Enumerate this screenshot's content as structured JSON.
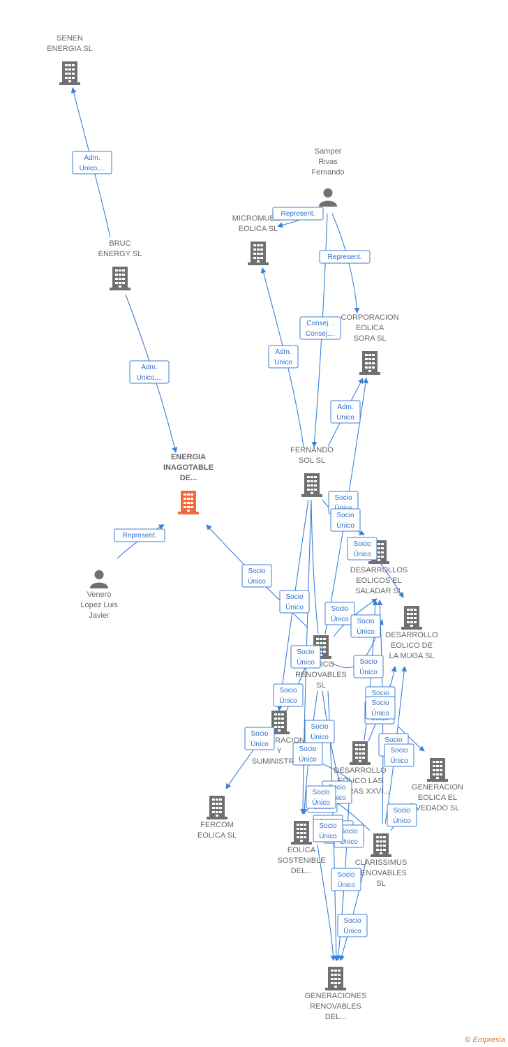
{
  "colors": {
    "company": "#707070",
    "company_main": "#f06a3c",
    "person": "#707070",
    "edge": "#3d7fd6"
  },
  "nodes": [
    {
      "id": "senen",
      "type": "company",
      "lines": [
        "SENEN",
        "ENERGIA SL"
      ]
    },
    {
      "id": "bruc",
      "type": "company",
      "lines": [
        "BRUC",
        "ENERGY  SL"
      ]
    },
    {
      "id": "energia",
      "type": "company-main",
      "lines": [
        "ENERGIA",
        "INAGOTABLE",
        "DE..."
      ]
    },
    {
      "id": "venero",
      "type": "person",
      "lines": [
        "Venero",
        "Lopez Luis",
        "Javier"
      ]
    },
    {
      "id": "samper",
      "type": "person",
      "lines": [
        "Samper",
        "Rivas",
        "Fernando"
      ]
    },
    {
      "id": "micromuela",
      "type": "company",
      "lines": [
        "MICROMUELA",
        "EOLICA SL"
      ]
    },
    {
      "id": "corporacion",
      "type": "company",
      "lines": [
        "CORPORACION",
        "EOLICA",
        "SORA  SL"
      ]
    },
    {
      "id": "fernando",
      "type": "company",
      "lines": [
        "FERNANDO",
        "SOL SL"
      ]
    },
    {
      "id": "desarrollos_saladar",
      "type": "company",
      "lines": [
        "DESARROLLOS",
        "EOLICOS EL",
        "SALADAR SL"
      ]
    },
    {
      "id": "desarrollo_muga",
      "type": "company",
      "lines": [
        "DESARROLLO",
        "EOLICO DE",
        "LA MUGA SL"
      ]
    },
    {
      "id": "parco",
      "type": "company",
      "lines": [
        "PARCO",
        "RENOVABLES",
        "SL"
      ]
    },
    {
      "id": "generacion_sum",
      "type": "company",
      "lines": [
        "GENERACION",
        "Y",
        "SUMINISTRO..."
      ]
    },
    {
      "id": "desarrollo_las",
      "type": "company",
      "lines": [
        "DESARROLLO",
        "EOLICO LAS",
        "TIERRAS XXVI..."
      ]
    },
    {
      "id": "generacion_vedado",
      "type": "company",
      "lines": [
        "GENERACION",
        "EOLICA EL",
        "VEDADO SL"
      ]
    },
    {
      "id": "fercom",
      "type": "company",
      "lines": [
        "FERCOM",
        "EOLICA SL"
      ]
    },
    {
      "id": "eolica_sostenible",
      "type": "company",
      "lines": [
        "EOLICA",
        "SOSTENIBLE",
        "DEL..."
      ]
    },
    {
      "id": "clarissimus",
      "type": "company",
      "lines": [
        "CLARISSIMUS",
        "RENOVABLES",
        "SL"
      ]
    },
    {
      "id": "generaciones_renovables",
      "type": "company",
      "lines": [
        "GENERACIONES",
        "RENOVABLES",
        "DEL..."
      ]
    }
  ],
  "edge_labels": [
    {
      "id": "e1",
      "lines": [
        "Adm.",
        "Unico,..."
      ]
    },
    {
      "id": "e2",
      "lines": [
        "Adm.",
        "Unico,..."
      ]
    },
    {
      "id": "e3",
      "lines": [
        "Represent."
      ]
    },
    {
      "id": "e4",
      "lines": [
        "Represent."
      ]
    },
    {
      "id": "e5",
      "lines": [
        "Represent."
      ]
    },
    {
      "id": "e6",
      "lines": [
        "Consej. .",
        "Consej...."
      ]
    },
    {
      "id": "e7",
      "lines": [
        "Adm.",
        "Unico"
      ]
    },
    {
      "id": "e8",
      "lines": [
        "Adm.",
        "Unico"
      ]
    },
    {
      "id": "e9",
      "lines": [
        "Socio",
        "Único"
      ]
    },
    {
      "id": "e10",
      "lines": [
        "Socio",
        "Único"
      ]
    },
    {
      "id": "e11",
      "lines": [
        "Socio",
        "Único"
      ]
    },
    {
      "id": "e12",
      "lines": [
        "Socio",
        "Único"
      ]
    },
    {
      "id": "e13",
      "lines": [
        "Socio",
        "Único"
      ]
    },
    {
      "id": "e14",
      "lines": [
        "Socio",
        "Único"
      ]
    },
    {
      "id": "e15",
      "lines": [
        "Socio",
        "Único"
      ]
    },
    {
      "id": "e16",
      "lines": [
        "Socio",
        "Único"
      ]
    },
    {
      "id": "e17",
      "lines": [
        "Socio",
        "Único"
      ]
    },
    {
      "id": "e18",
      "lines": [
        "Socio",
        "Único"
      ]
    },
    {
      "id": "e19",
      "lines": [
        "Socio",
        "Único"
      ]
    },
    {
      "id": "e20",
      "lines": [
        "Socio",
        "Único"
      ]
    },
    {
      "id": "e21",
      "lines": [
        "Socio",
        "Único"
      ]
    },
    {
      "id": "e22",
      "lines": [
        "Socio",
        "Único"
      ]
    },
    {
      "id": "e23",
      "lines": [
        "Socio",
        "Único"
      ]
    },
    {
      "id": "e24",
      "lines": [
        "Socio",
        "Único"
      ]
    },
    {
      "id": "e25",
      "lines": [
        "Socio",
        "Único"
      ]
    },
    {
      "id": "e26",
      "lines": [
        "Socio",
        "Único"
      ]
    },
    {
      "id": "e27",
      "lines": [
        "Socio",
        "Único"
      ]
    },
    {
      "id": "e28",
      "lines": [
        "Socio",
        "Único"
      ]
    },
    {
      "id": "e29",
      "lines": [
        "Socio",
        "Único"
      ]
    },
    {
      "id": "e30",
      "lines": [
        "Socio",
        "Único"
      ]
    },
    {
      "id": "e31",
      "lines": [
        "Socio",
        "Único"
      ]
    },
    {
      "id": "e32",
      "lines": [
        "Socio",
        "Único"
      ]
    },
    {
      "id": "e33",
      "lines": [
        "Socio",
        "Único"
      ]
    },
    {
      "id": "e34",
      "lines": [
        "Socio",
        "Único"
      ]
    },
    {
      "id": "e35",
      "lines": [
        "Socio",
        "Único"
      ]
    },
    {
      "id": "e36",
      "lines": [
        "Socio",
        "Único"
      ]
    }
  ],
  "footer": {
    "copyright": "©",
    "brand": "Empresia"
  }
}
